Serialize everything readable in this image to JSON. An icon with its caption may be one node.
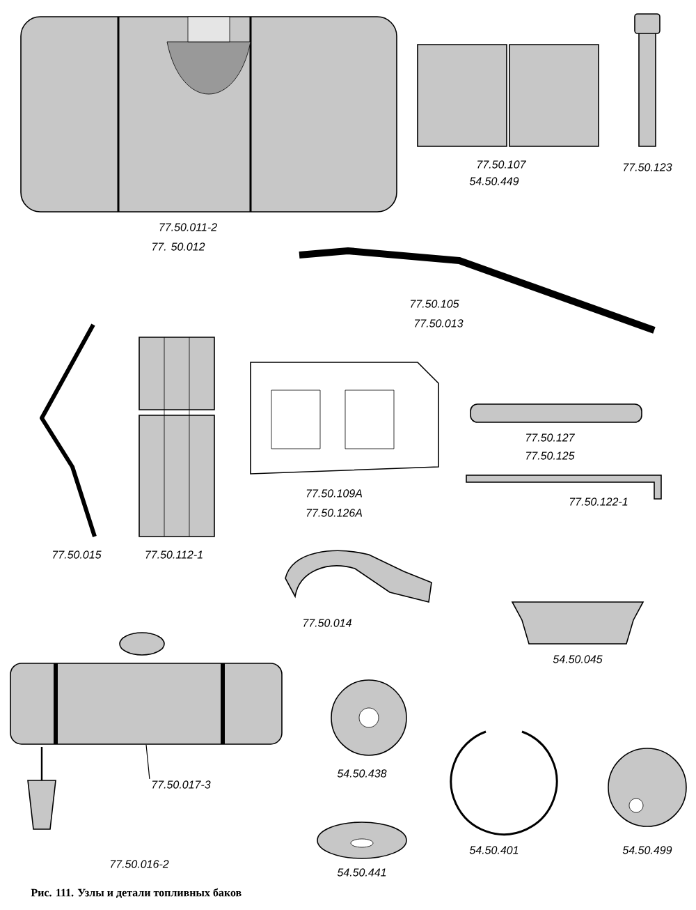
{
  "diagram": {
    "caption": "Рис. 111. Узлы и детали топливных баков",
    "nodes": [
      {
        "text": [
          "77.50.017-3"
        ]
      },
      {
        "text": [],
        "shape": "box"
      }
    ],
    "edges": [
      {
        "from": 0,
        "to": 1,
        "arrow": "none"
      }
    ],
    "labels": [
      "77.50.107",
      "54.50.449",
      "77.50.123",
      "77.50.011-2",
      "77. 50.012",
      "77.50.105",
      "77.50.013",
      "77.50.127",
      "77.50.125",
      "77.50.109А",
      "77.50.126А",
      "77.50.122-1",
      "77.50.015",
      "77.50.112-1",
      "77.50.014",
      "54.50.045",
      "54.50.438",
      "54.50.401",
      "54.50.499",
      "77.50.016-2",
      "54.50.441"
    ]
  }
}
